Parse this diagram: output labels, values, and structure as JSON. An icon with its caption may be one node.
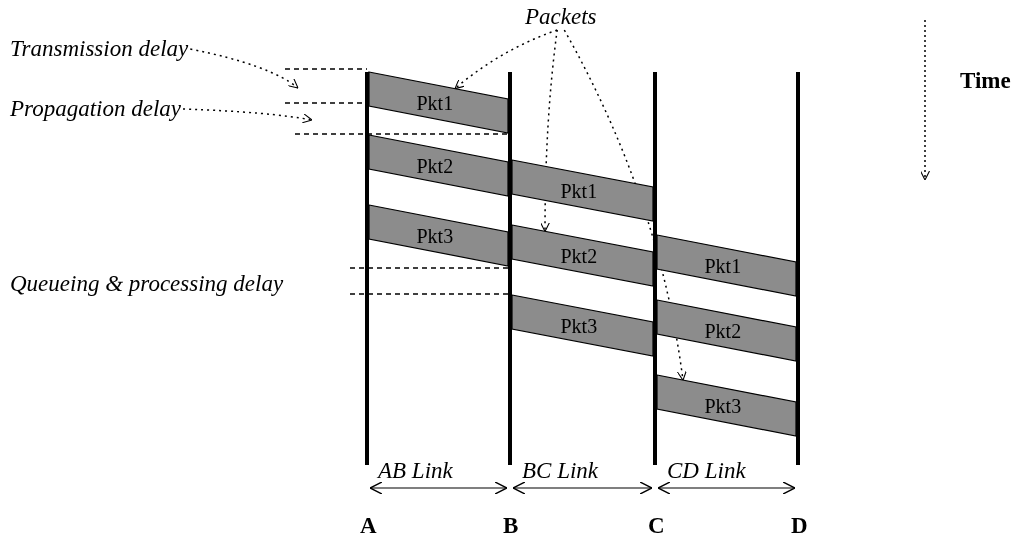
{
  "diagram": {
    "nodes": [
      {
        "text": [
          "Transmission delay"
        ]
      },
      {
        "text": [
          "Propagation delay"
        ]
      },
      {
        "text": [
          "Packets"
        ]
      },
      {
        "text": [
          "Pkt1"
        ]
      },
      {
        "text": [
          "Pkt2"
        ]
      },
      {
        "text": [
          "Pkt3"
        ]
      },
      {
        "text": [
          "Pkt1"
        ]
      },
      {
        "text": [
          "Pkt2"
        ]
      },
      {
        "text": [
          "Pkt3"
        ]
      },
      {
        "text": [
          "Pkt1"
        ]
      },
      {
        "text": [
          "Pkt2"
        ]
      },
      {
        "text": [
          "Pkt3"
        ]
      }
    ],
    "edges": [
      {
        "from": 0,
        "to": null,
        "arrow": "to"
      },
      {
        "from": 1,
        "to": null,
        "arrow": "to"
      },
      {
        "from": 2,
        "to": 3,
        "arrow": "to"
      },
      {
        "from": 2,
        "to": 7,
        "arrow": "to"
      },
      {
        "from": 2,
        "to": 11,
        "arrow": "to"
      }
    ],
    "labels": [
      "Time",
      "Queueing & processing delay",
      "AB Link",
      "BC Link",
      "CD Link",
      "A",
      "B",
      "C",
      "D"
    ]
  }
}
